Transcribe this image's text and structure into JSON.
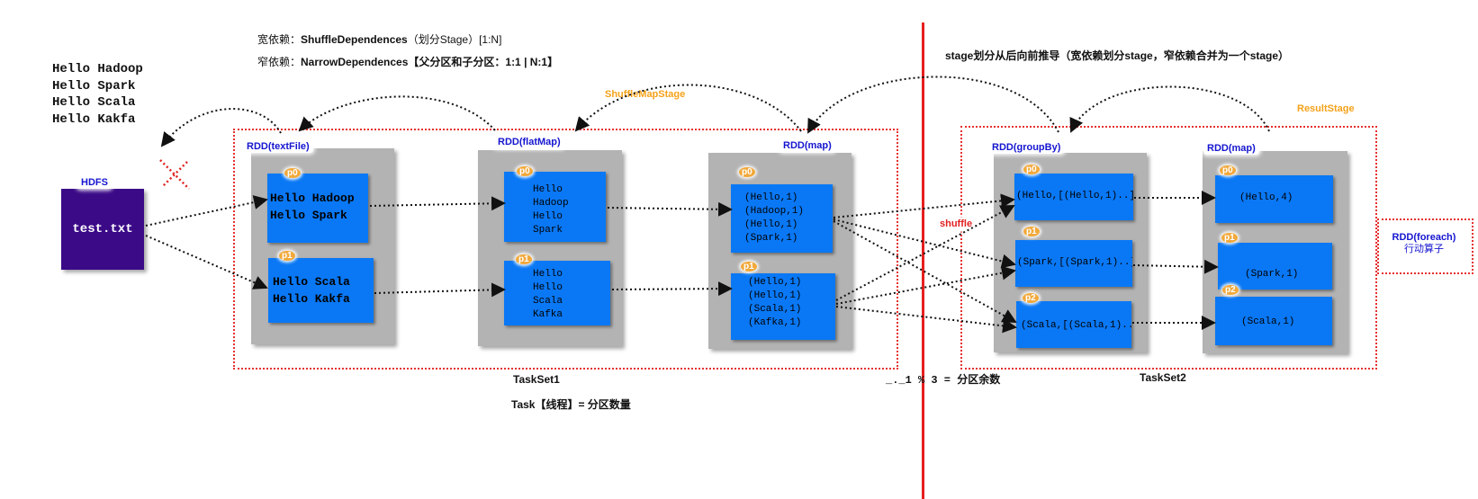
{
  "top_notes": {
    "wide_prefix": "宽依赖：",
    "wide_main": "ShuffleDependences",
    "wide_suffix": "（划分Stage）[1:N]",
    "narrow_prefix": "窄依赖：",
    "narrow_main": "NarrowDependences",
    "narrow_suffix": "【父分区和子分区：1:1 | N:1】",
    "stage_note": "stage划分从后向前推导（宽依赖划分stage，窄依赖合并为一个stage）"
  },
  "input_lines": [
    "Hello Hadoop",
    "Hello Spark",
    "Hello Scala",
    "Hello Kakfa"
  ],
  "hdfs": {
    "label": "HDFS",
    "file": "test.txt"
  },
  "stage_labels": {
    "shuffle_map": "ShuffleMapStage",
    "result": "ResultStage"
  },
  "rdds": {
    "textFile": {
      "label": "RDD(textFile)",
      "p0": "Hello Hadoop\nHello Spark",
      "p1": "Hello Scala\nHello Kakfa"
    },
    "flatMap": {
      "label": "RDD(flatMap)",
      "p0": "Hello\nHadoop\nHello\nSpark",
      "p1": "Hello\nHello\nScala\nKafka"
    },
    "map1": {
      "label": "RDD(map)",
      "p0": "(Hello,1)\n(Hadoop,1)\n(Hello,1)\n(Spark,1)",
      "p1": "(Hello,1)\n(Hello,1)\n(Scala,1)\n(Kafka,1)"
    },
    "groupBy": {
      "label": "RDD(groupBy)",
      "p0": "(Hello,[(Hello,1)..])",
      "p1": "(Spark,[(Spark,1)..])",
      "p2": "(Scala,[(Scala,1)..])"
    },
    "map2": {
      "label": "RDD(map)",
      "p0": "(Hello,4)",
      "p1": "(Spark,1)",
      "p2": "(Scala,1)"
    },
    "foreach": {
      "label": "RDD(foreach)",
      "sub": "行动算子"
    }
  },
  "partition_labels": {
    "p0": "p0",
    "p1": "p1",
    "p2": "p2"
  },
  "shuffle_label": "shuffle",
  "taskset1": "TaskSet1",
  "taskset2": "TaskSet2",
  "task_note": "Task【线程】= 分区数量",
  "formula": "_._1 % 3 = 分区余数",
  "colors": {
    "partition_blue": "#0a78f5",
    "hdfs_purple": "#3b0a87",
    "stage_border": "#e63030",
    "rdd_bg": "#b3b3b3",
    "label_orange": "#f5a21a",
    "label_blue": "#1515d0"
  }
}
